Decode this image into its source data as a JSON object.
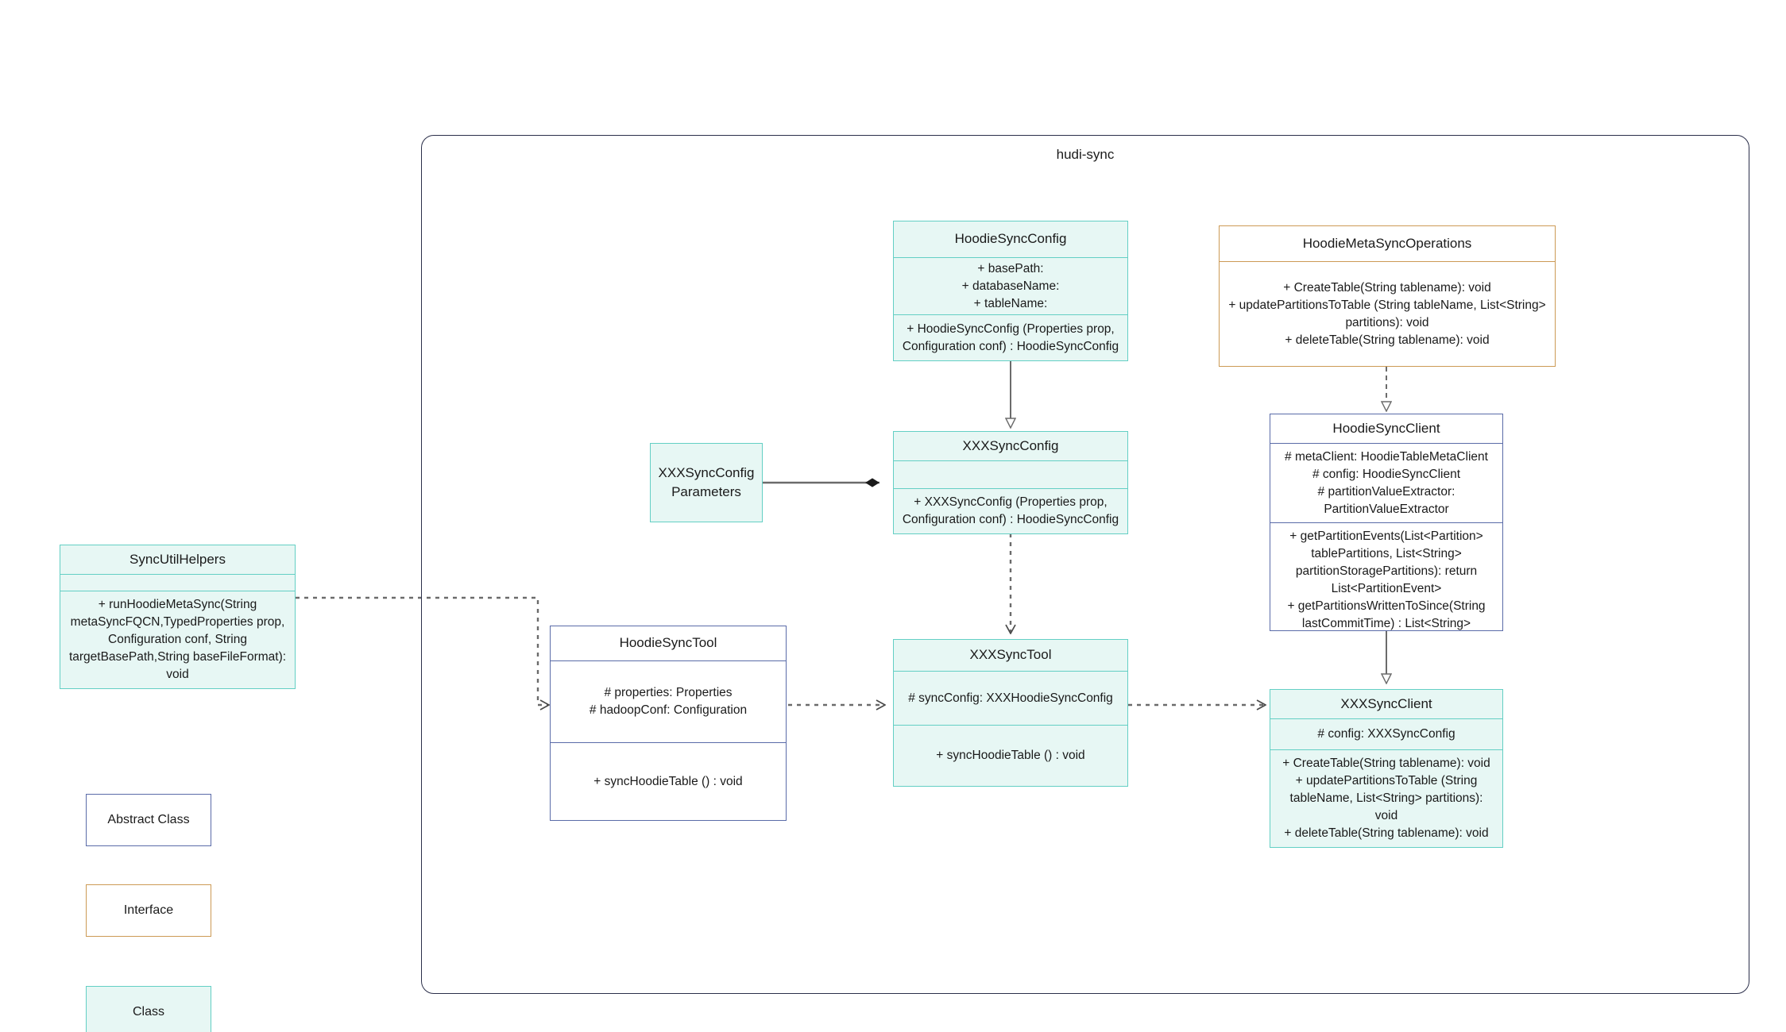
{
  "diagram": {
    "type": "uml-class-diagram",
    "package_title": "hudi-sync"
  },
  "nodes": {
    "hoodie_sync_config": {
      "name": "HoodieSyncConfig",
      "kind": "class",
      "attributes": "+   basePath:\n+   databaseName:\n+   tableName:",
      "operations": "+   HoodieSyncConfig (Properties prop, Configuration conf) : HoodieSyncConfig"
    },
    "hoodie_meta_sync_operations": {
      "name": "HoodieMetaSyncOperations",
      "kind": "interface",
      "attributes": "",
      "operations": "+   CreateTable(String tablename): void\n+   updatePartitionsToTable (String tableName, List<String> partitions): void\n+   deleteTable(String tablename): void"
    },
    "xxx_sync_config": {
      "name": "XXXSyncConfig",
      "kind": "class",
      "attributes": "",
      "operations": "+   XXXSyncConfig (Properties prop, Configuration conf) : HoodieSyncConfig"
    },
    "xxx_sync_config_parameters": {
      "name": "XXXSyncConfigParameters",
      "kind": "class",
      "attributes": "",
      "operations": ""
    },
    "hoodie_sync_client": {
      "name": "HoodieSyncClient",
      "kind": "abstract",
      "attributes": "#   metaClient: HoodieTableMetaClient\n#   config: HoodieSyncClient\n#   partitionValueExtractor: PartitionValueExtractor",
      "operations": "+   getPartitionEvents(List<Partition> tablePartitions, List<String> partitionStoragePartitions): return List<PartitionEvent>\n+   getPartitionsWrittenToSince(String lastCommitTime) : List<String>"
    },
    "xxx_sync_client": {
      "name": "XXXSyncClient",
      "kind": "class",
      "attributes": "#   config: XXXSyncConfig",
      "operations": "+   CreateTable(String tablename): void\n+   updatePartitionsToTable (String tableName, List<String> partitions): void\n+   deleteTable(String tablename): void"
    },
    "sync_util_helpers": {
      "name": "SyncUtilHelpers",
      "kind": "class",
      "attributes": "",
      "operations": "+    runHoodieMetaSync(String metaSyncFQCN,TypedProperties prop, Configuration conf, String targetBasePath,String baseFileFormat): void"
    },
    "hoodie_sync_tool": {
      "name": "HoodieSyncTool",
      "kind": "abstract",
      "attributes": "#   properties: Properties\n#   hadoopConf: Configuration",
      "operations": "+   syncHoodieTable () : void"
    },
    "xxx_sync_tool": {
      "name": "XXXSyncTool",
      "kind": "class",
      "attributes": "#   syncConfig: XXXHoodieSyncConfig",
      "operations": "+   syncHoodieTable () : void"
    }
  },
  "legend": {
    "abstract_class": "Abstract Class",
    "interface": "Interface",
    "class": "Class"
  },
  "colors": {
    "class_border": "#63cfc4",
    "class_fill": "#e7f7f4",
    "abstract_border": "#5a6ba8",
    "interface_border": "#cc9a55",
    "package_border": "#2b2f4a",
    "connector": "#6b6b6b"
  }
}
